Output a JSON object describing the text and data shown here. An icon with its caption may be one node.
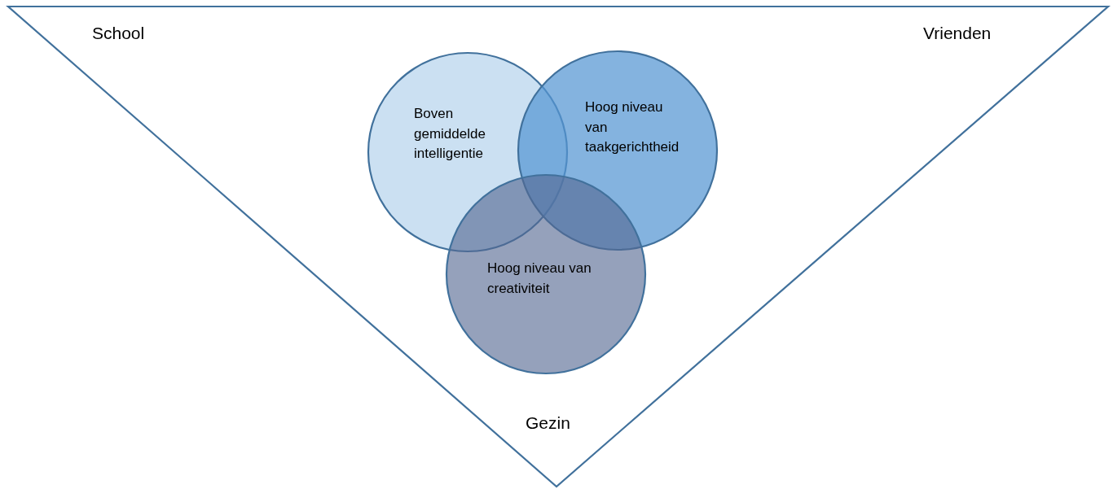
{
  "diagram": {
    "nodes": [
      {
        "text": [
          "School",
          "Vrienden",
          "Gezin"
        ]
      },
      {
        "text": [
          "Boven gemiddelde intelligentie"
        ],
        "in": 0
      },
      {
        "text": [
          "Hoog niveau van taakgerichtheid"
        ],
        "in": 0
      },
      {
        "text": [
          "Hoog niveau van creativiteit"
        ],
        "in": 0
      }
    ],
    "edges": []
  }
}
